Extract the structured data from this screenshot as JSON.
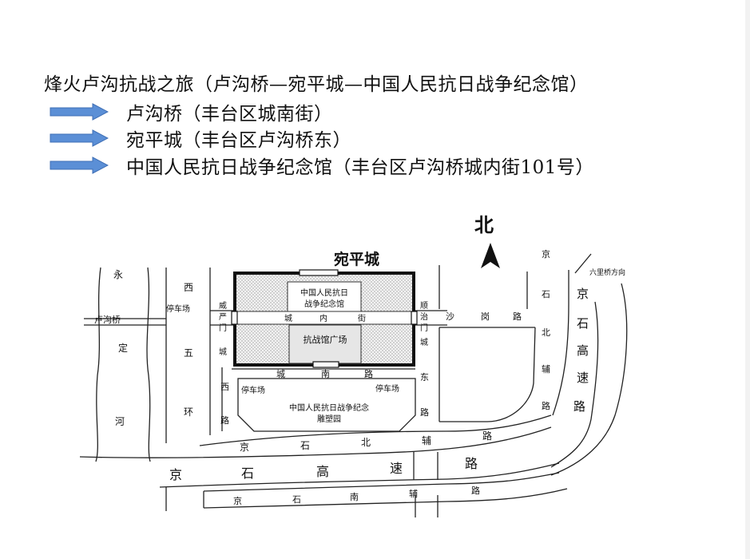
{
  "header": {
    "title": "烽火卢沟抗战之旅（卢沟桥—宛平城—中国人民抗日战争纪念馆）"
  },
  "route": [
    {
      "label": "卢沟桥（丰台区城南街）"
    },
    {
      "label": "宛平城（丰台区卢沟桥东）"
    },
    {
      "label": "中国人民抗日战争纪念馆（丰台区卢沟桥城内街101号）"
    }
  ],
  "colors": {
    "arrow_fill": "#5b8fd6",
    "arrow_stroke": "#3f6fb5",
    "plaza_fill": "#e6e6e6"
  },
  "map": {
    "north": "北",
    "wanping": "宛平城",
    "yongding": [
      "永",
      "定",
      "河"
    ],
    "lugouqiao": "卢沟桥",
    "west_fifth_ring": [
      "西",
      "五",
      "环"
    ],
    "parking_west": "停车场",
    "weiyan_gate": [
      "威",
      "严",
      "门"
    ],
    "cheng_w": "城",
    "shunzhi_gate": [
      "顺",
      "治",
      "门"
    ],
    "cheng_e": "城",
    "museum": [
      "中国人民抗日",
      "战争纪念馆"
    ],
    "inner_street": [
      "城",
      "内",
      "街"
    ],
    "plaza": "抗战馆广场",
    "south_street": [
      "城",
      "南",
      "路"
    ],
    "west_road": [
      "西",
      "路"
    ],
    "east_road": [
      "东",
      "路"
    ],
    "parking_left": "停车场",
    "parking_right": "停车场",
    "sculpture_park": [
      "中国人民抗日战争纪念",
      "雕塑园"
    ],
    "shagang": [
      "沙",
      "岗",
      "路"
    ],
    "jingshi_north_aux_v": [
      "京",
      "石",
      "北",
      "辅",
      "路"
    ],
    "liuliqiao": "六里桥方向",
    "jingshi_expressway_v": [
      "京",
      "石",
      "高",
      "速",
      "路"
    ],
    "jingshi_north_aux_h": [
      "京",
      "石",
      "北",
      "辅",
      "路"
    ],
    "jingshi_expressway_h": [
      "京",
      "石",
      "高",
      "速",
      "路"
    ],
    "jingshi_south_aux_h": [
      "京",
      "石",
      "南",
      "辅",
      "路"
    ]
  }
}
